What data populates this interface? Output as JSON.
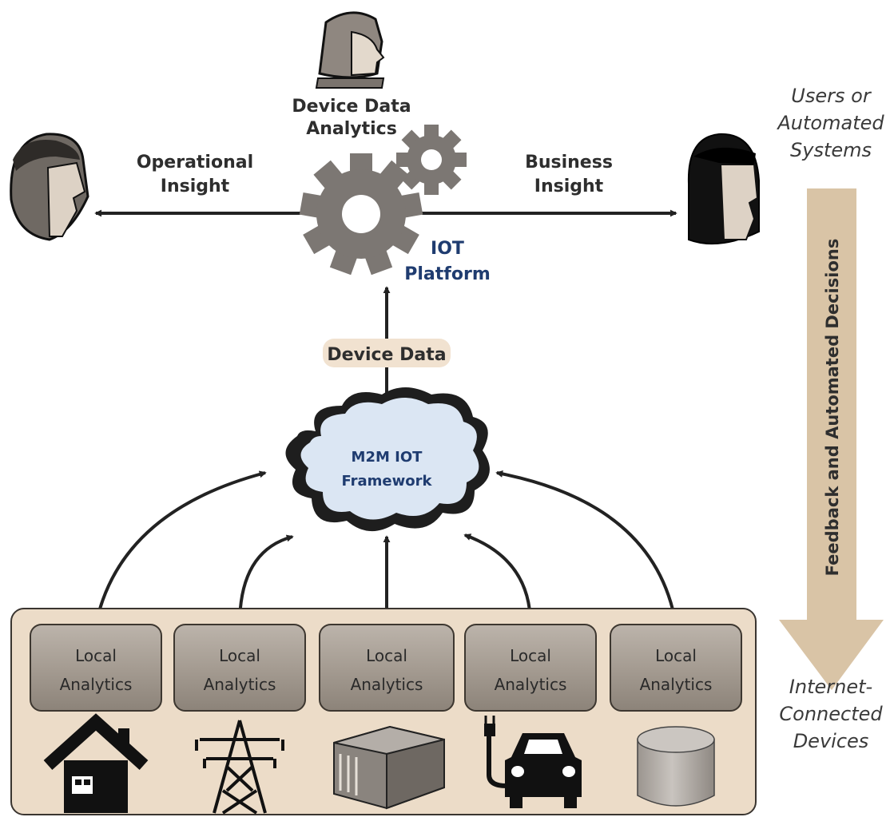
{
  "people": {
    "analyst_label_line1": "Device Data",
    "analyst_label_line2": "Analytics"
  },
  "arrows": {
    "left_label_line1": "Operational",
    "left_label_line2": "Insight",
    "right_label_line1": "Business",
    "right_label_line2": "Insight",
    "up_label": "Device Data"
  },
  "platform": {
    "line1": "IOT",
    "line2": "Platform"
  },
  "cloud": {
    "line1": "M2M IOT",
    "line2": "Framework"
  },
  "feedback": {
    "label": "Feedback and Automated Decisions"
  },
  "side_labels": {
    "top_line1": "Users or",
    "top_line2": "Automated",
    "top_line3": "Systems",
    "bottom_line1": "Internet-",
    "bottom_line2": "Connected",
    "bottom_line3": "Devices"
  },
  "devices": [
    {
      "line1": "Local",
      "line2": "Analytics",
      "icon": "house-icon"
    },
    {
      "line1": "Local",
      "line2": "Analytics",
      "icon": "power-tower-icon"
    },
    {
      "line1": "Local",
      "line2": "Analytics",
      "icon": "server-icon"
    },
    {
      "line1": "Local",
      "line2": "Analytics",
      "icon": "electric-car-icon"
    },
    {
      "line1": "Local",
      "line2": "Analytics",
      "icon": "database-icon"
    }
  ],
  "colors": {
    "panel": "#ecdcc8",
    "tan_arrow": "#d9c4a6",
    "gear": "#7c7773",
    "cloud": "#dbe6f3",
    "blue_text": "#1f3c70"
  }
}
